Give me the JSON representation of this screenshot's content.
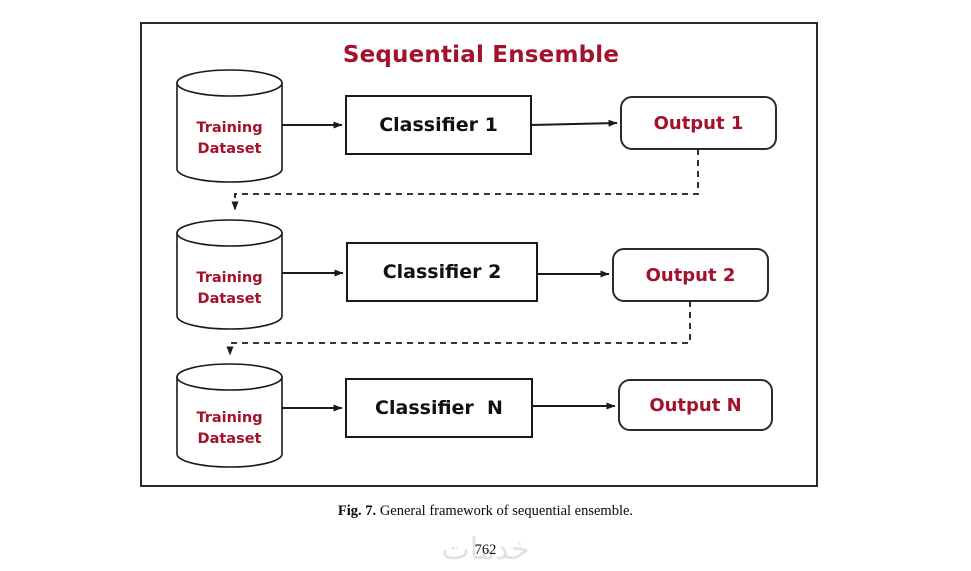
{
  "page": {
    "background": "#ffffff",
    "number": "762",
    "watermark_text": "خدمات"
  },
  "figure": {
    "title": "Sequential Ensemble",
    "title_color": "#a3122a",
    "frame_color": "#2b2b2b",
    "caption_prefix": "Fig. 7.",
    "caption_text": "General framework of sequential ensemble.",
    "colors": {
      "red": "#a3122a",
      "black": "#111111",
      "line": "#1a1a1a"
    }
  },
  "chart_data": {
    "type": "diagram",
    "title": "Sequential Ensemble",
    "diagram_kind": "flowchart",
    "rows": [
      {
        "index": 1,
        "dataset_line1": "Training",
        "dataset_line2": "Dataset",
        "classifier": "Classifier 1",
        "output": "Output 1"
      },
      {
        "index": 2,
        "dataset_line1": "Training",
        "dataset_line2": "Dataset",
        "classifier": "Classifier 2",
        "output": "Output 2"
      },
      {
        "index": 3,
        "dataset_line1": "Training",
        "dataset_line2": "Dataset",
        "classifier": "Classifier  N",
        "output": "Output N"
      }
    ],
    "edges": [
      {
        "from": "dataset-1",
        "to": "classifier-1",
        "style": "solid-arrow"
      },
      {
        "from": "classifier-1",
        "to": "output-1",
        "style": "solid-arrow"
      },
      {
        "from": "dataset-2",
        "to": "classifier-2",
        "style": "solid-arrow"
      },
      {
        "from": "classifier-2",
        "to": "output-2",
        "style": "solid-arrow"
      },
      {
        "from": "dataset-3",
        "to": "classifier-3",
        "style": "solid-arrow"
      },
      {
        "from": "classifier-3",
        "to": "output-3",
        "style": "solid-arrow"
      },
      {
        "from": "output-1",
        "to": "dataset-2",
        "style": "dashed-feedback-arrow"
      },
      {
        "from": "output-2",
        "to": "dataset-3",
        "style": "dashed-feedback-arrow"
      }
    ]
  }
}
